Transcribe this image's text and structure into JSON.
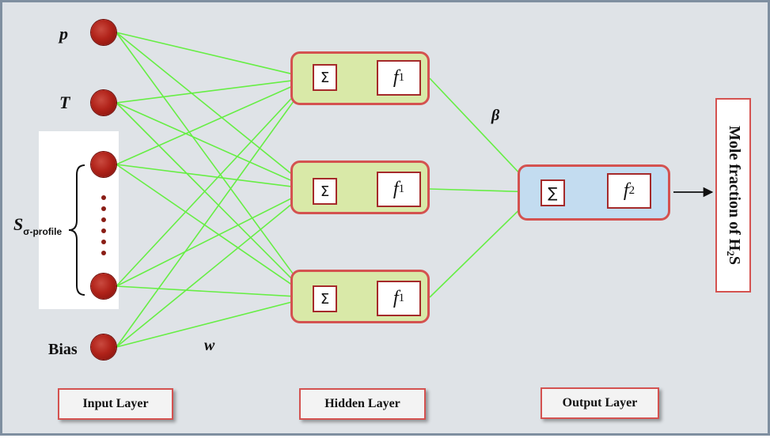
{
  "inputs": {
    "p": "p",
    "T": "T",
    "sigma_main": "S",
    "sigma_sub": "σ-profile",
    "bias": "Bias"
  },
  "weights": {
    "w": "w",
    "beta": "β"
  },
  "hidden": {
    "sum_symbol": "Σ",
    "func_letter": "f",
    "func_index": "1"
  },
  "output": {
    "sum_symbol": "∑",
    "func_letter": "f",
    "func_index": "2"
  },
  "result": {
    "main": "Mole fraction of H",
    "sub": "2",
    "tail": "S"
  },
  "layers": {
    "input": "Input Layer",
    "hidden": "Hidden Layer",
    "output": "Output Layer"
  },
  "colors": {
    "connection": "#66ee44",
    "arrow_red": "#b22222",
    "node_red": "#b1231a",
    "hidden_fill": "#d9e9a8",
    "output_fill": "#c3dcf0",
    "box_border": "#d45250"
  }
}
